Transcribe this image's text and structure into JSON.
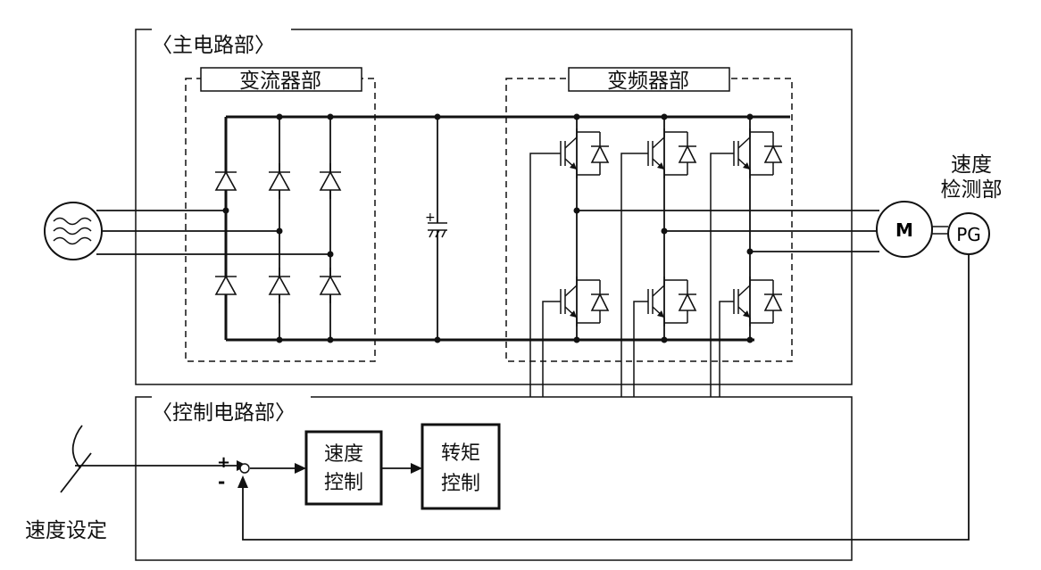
{
  "sections": {
    "main_circuit": "〈主电路部〉",
    "control_circuit": "〈控制电路部〉"
  },
  "subsections": {
    "converter": "变流器部",
    "inverter": "变频器部"
  },
  "blocks": {
    "motor": "M",
    "encoder": "PG",
    "speed_control": [
      "速度",
      "控制"
    ],
    "torque_control": [
      "转矩",
      "控制"
    ]
  },
  "labels": {
    "speed_detection": [
      "速度",
      "检测部"
    ],
    "speed_setting": "速度设定"
  },
  "signs": {
    "plus": "+",
    "minus": "-"
  }
}
